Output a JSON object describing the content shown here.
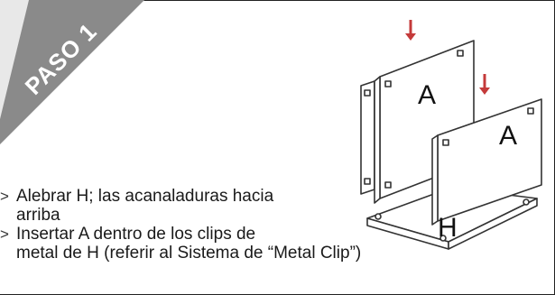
{
  "step": {
    "title": "PASO 1"
  },
  "instructions": [
    {
      "line1": "Alebrar H; las acanaladuras hacia",
      "line2": "arriba"
    },
    {
      "line1": "Insertar A dentro de los clips de",
      "line2": "metal de H (referir al Sistema de “Metal Clip”)"
    }
  ],
  "diagram": {
    "panel_a_back_label": "A",
    "panel_a_front_label": "A",
    "base_label": "H",
    "arrow_color": "#c43a3a"
  },
  "colors": {
    "banner": "#8a8a8a",
    "frame": "#222222"
  }
}
